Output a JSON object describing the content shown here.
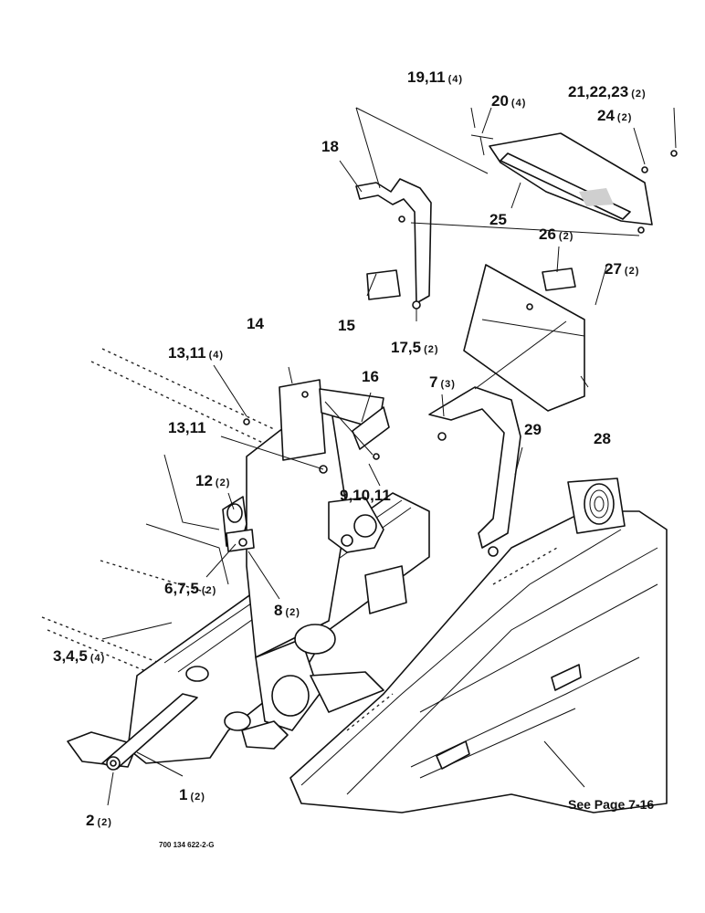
{
  "callouts": [
    {
      "id": "c1",
      "number": "19,11",
      "qty": "(4)"
    },
    {
      "id": "c2",
      "number": "20",
      "qty": "(4)"
    },
    {
      "id": "c3",
      "number": "21,22,23",
      "qty": "(2)"
    },
    {
      "id": "c4",
      "number": "24",
      "qty": "(2)"
    },
    {
      "id": "c5",
      "number": "18",
      "qty": ""
    },
    {
      "id": "c6",
      "number": "25",
      "qty": ""
    },
    {
      "id": "c7",
      "number": "26",
      "qty": "(2)"
    },
    {
      "id": "c8",
      "number": "27",
      "qty": "(2)"
    },
    {
      "id": "c9",
      "number": "15",
      "qty": ""
    },
    {
      "id": "c10",
      "number": "17,5",
      "qty": "(2)"
    },
    {
      "id": "c11",
      "number": "14",
      "qty": ""
    },
    {
      "id": "c12",
      "number": "13,11",
      "qty": "(4)"
    },
    {
      "id": "c13",
      "number": "16",
      "qty": ""
    },
    {
      "id": "c14",
      "number": "7",
      "qty": "(3)"
    },
    {
      "id": "c15",
      "number": "13,11",
      "qty": ""
    },
    {
      "id": "c16",
      "number": "28",
      "qty": ""
    },
    {
      "id": "c17",
      "number": "29",
      "qty": ""
    },
    {
      "id": "c18",
      "number": "12",
      "qty": "(2)"
    },
    {
      "id": "c19",
      "number": "9,10,11",
      "qty": ""
    },
    {
      "id": "c20",
      "number": "6,7,5",
      "qty": "(2)"
    },
    {
      "id": "c21",
      "number": "8",
      "qty": "(2)"
    },
    {
      "id": "c22",
      "number": "3,4,5",
      "qty": "(4)"
    },
    {
      "id": "c23",
      "number": "1",
      "qty": "(2)"
    },
    {
      "id": "c24",
      "number": "2",
      "qty": "(2)"
    }
  ],
  "see_page_note": "See Page 7-16",
  "drawing_code": "700 134 622-2-G"
}
